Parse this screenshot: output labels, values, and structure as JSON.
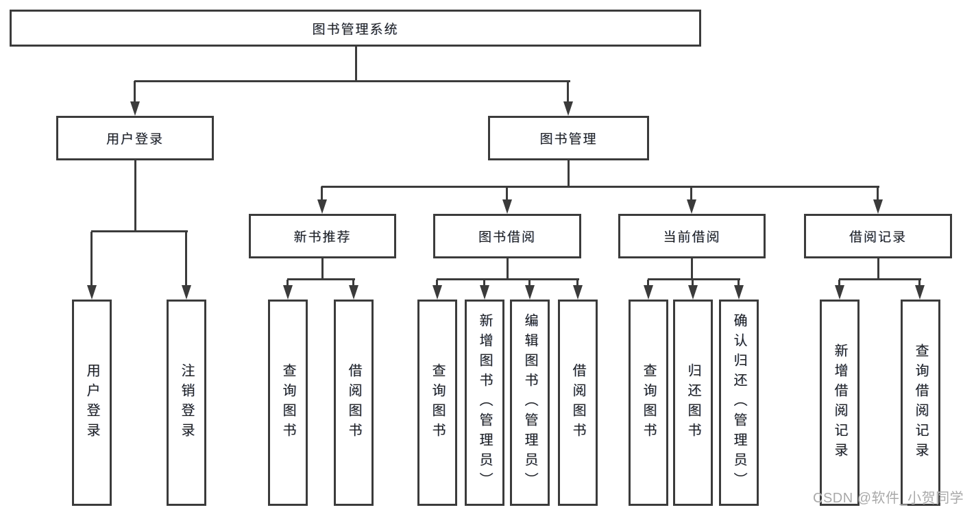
{
  "diagram_title": "图书管理系统",
  "colors": {
    "line": "#3b3b3b",
    "text": "#1d1d1f",
    "watermark": "#a9a9a9",
    "background": "#ffffff"
  },
  "watermark": {
    "text": "CSDN @软件_小贺同学"
  },
  "nodes": {
    "root": {
      "label": "图书管理系统"
    },
    "user-login": {
      "label": "用户登录"
    },
    "book-mgmt": {
      "label": "图书管理"
    },
    "new-book-rec": {
      "label": "新书推荐"
    },
    "book-borrow": {
      "label": "图书借阅"
    },
    "current-borrow": {
      "label": "当前借阅"
    },
    "borrow-records": {
      "label": "借阅记录"
    },
    "leaf-user-login": {
      "label": "用户登录"
    },
    "leaf-logout": {
      "label": "注销登录"
    },
    "leaf-nb-query": {
      "label": "查询图书"
    },
    "leaf-nb-borrow": {
      "label": "借阅图书"
    },
    "leaf-bb-query": {
      "label": "查询图书"
    },
    "leaf-bb-add": {
      "label": "新增图书（管理员）"
    },
    "leaf-bb-edit": {
      "label": "编辑图书（管理员）"
    },
    "leaf-bb-borrow": {
      "label": "借阅图书"
    },
    "leaf-cb-query": {
      "label": "查询图书"
    },
    "leaf-cb-return": {
      "label": "归还图书"
    },
    "leaf-cb-confirm": {
      "label": "确认归还（管理员）"
    },
    "leaf-br-add": {
      "label": "新增借阅记录"
    },
    "leaf-br-query": {
      "label": "查询借阅记录"
    }
  },
  "hierarchy": {
    "root": [
      "user-login",
      "book-mgmt"
    ],
    "user-login": [
      "leaf-user-login",
      "leaf-logout"
    ],
    "book-mgmt": [
      "new-book-rec",
      "book-borrow",
      "current-borrow",
      "borrow-records"
    ],
    "new-book-rec": [
      "leaf-nb-query",
      "leaf-nb-borrow"
    ],
    "book-borrow": [
      "leaf-bb-query",
      "leaf-bb-add",
      "leaf-bb-edit",
      "leaf-bb-borrow"
    ],
    "current-borrow": [
      "leaf-cb-query",
      "leaf-cb-return",
      "leaf-cb-confirm"
    ],
    "borrow-records": [
      "leaf-br-add",
      "leaf-br-query"
    ]
  }
}
